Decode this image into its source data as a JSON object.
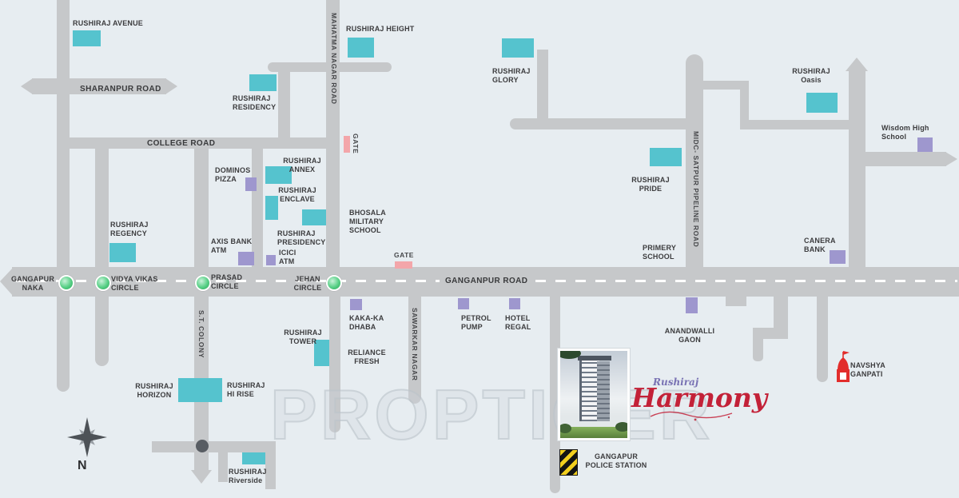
{
  "watermark": "PROPTIGER",
  "compass": {
    "north": "N"
  },
  "logo": {
    "brand": "Rushiraj",
    "name": "Harmony"
  },
  "roads": {
    "sharanpur": "SHARANPUR ROAD",
    "college": "COLLEGE ROAD",
    "ganganpur": "GANGANPUR ROAD",
    "mahatma": "MAHATMA NAGAR ROAD",
    "midc": "MIDC- SATPUR PIPELINE ROAD",
    "sawarkar": "SAWARKAR NAGAR",
    "st_colony": "S.T. COLONY"
  },
  "gates": {
    "north": "GATE",
    "south": "GATE"
  },
  "junctions": {
    "gangapur_naka": [
      "GANGAPUR",
      "NAKA"
    ],
    "vidya_vikas": [
      "VIDYA VIKAS",
      "CIRCLE"
    ],
    "prasad": [
      "PRASAD",
      "CIRCLE"
    ],
    "jehan": [
      "JEHAN",
      "CIRCLE"
    ]
  },
  "landmarks": {
    "avenue": [
      "RUSHIRAJ AVENUE"
    ],
    "residency": [
      "RUSHIRAJ",
      "RESIDENCY"
    ],
    "height": [
      "RUSHIRAJ HEIGHT"
    ],
    "glory": [
      "RUSHIRAJ",
      "GLORY"
    ],
    "oasis": [
      "RUSHIRAJ",
      "Oasis"
    ],
    "wisdom": [
      "Wisdom High",
      "School"
    ],
    "dominos": [
      "DOMINOS",
      "PIZZA"
    ],
    "annex": [
      "RUSHIRAJ",
      "ANNEX"
    ],
    "enclave": [
      "RUSHIRAJ",
      "ENCLAVE"
    ],
    "pride": [
      "RUSHIRAJ",
      "PRIDE"
    ],
    "bhosala": [
      "BHOSALA",
      "MILITARY",
      "SCHOOL"
    ],
    "regency": [
      "RUSHIRAJ",
      "REGENCY"
    ],
    "axis": [
      "AXIS BANK",
      "ATM"
    ],
    "presidency": [
      "RUSHIRAJ",
      "PRESIDENCY"
    ],
    "icici": [
      "ICICI",
      "ATM"
    ],
    "primery": [
      "PRIMERY",
      "SCHOOL"
    ],
    "canera": [
      "CANERA",
      "BANK"
    ],
    "kaka": [
      "KAKA-KA",
      "DHABA"
    ],
    "petrol": [
      "PETROL",
      "PUMP"
    ],
    "hotel": [
      "HOTEL",
      "REGAL"
    ],
    "anandwalli": [
      "ANANDWALLI",
      "GAON"
    ],
    "tower": [
      "RUSHIRAJ",
      "TOWER"
    ],
    "reliance": [
      "RELIANCE",
      "FRESH"
    ],
    "navshya": [
      "NAVSHYA",
      "GANPATI"
    ],
    "horizon": [
      "RUSHIRAJ",
      "HORIZON"
    ],
    "hirise": [
      "RUSHIRAJ",
      "HI RISE"
    ],
    "riverside": [
      "RUSHIRAJ",
      "Riverside"
    ],
    "police": [
      "GANGAPUR",
      "POLICE STATION"
    ]
  },
  "colors": {
    "background": "#e7edf1",
    "road": "#c6c8ca",
    "marker_teal": "#55c3ce",
    "marker_purple": "#9e97ce",
    "marker_pink": "#f3a6aa",
    "junction_green": "#3fbf72",
    "logo_red": "#c32138",
    "logo_blue": "#7a73b4",
    "temple_red": "#e22d2b",
    "police_yellow": "#f2cf1e"
  }
}
